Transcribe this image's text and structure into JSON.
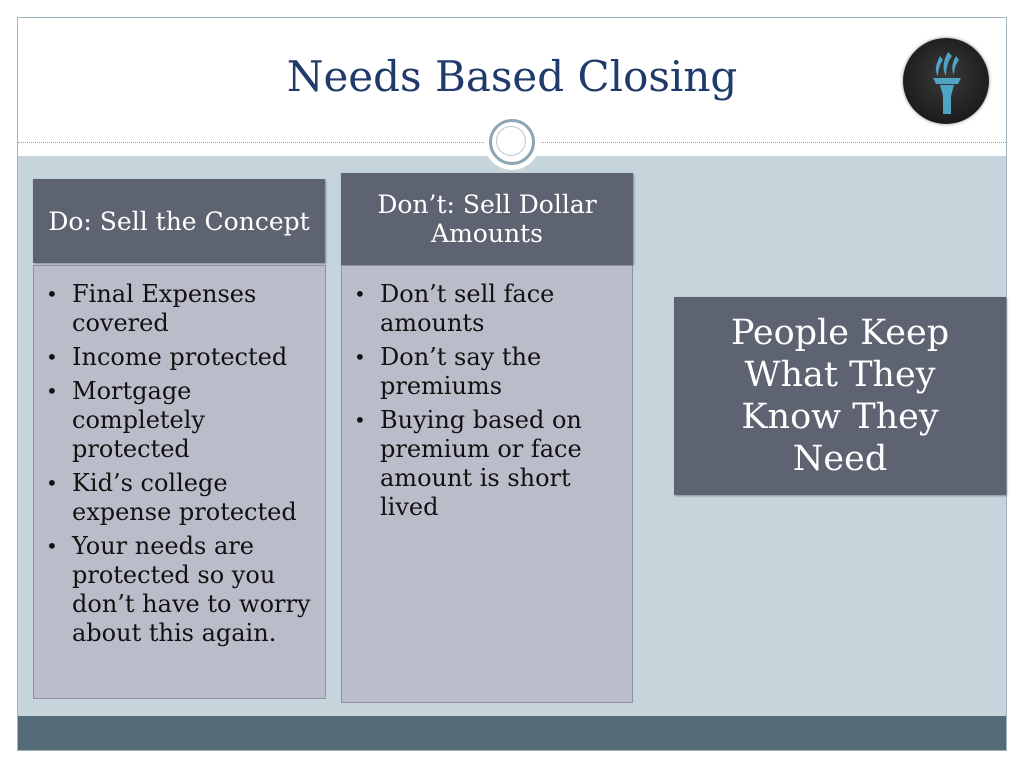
{
  "slide": {
    "title": "Needs Based Closing",
    "logo_icon": "torch-icon"
  },
  "columns": [
    {
      "header": "Do: Sell the Concept",
      "items": [
        "Final Expenses covered",
        "Income protected",
        "Mortgage completely protected",
        "Kid’s college expense protected",
        "Your needs are protected so you don’t have to worry about this again."
      ]
    },
    {
      "header": "Don’t: Sell Dollar Amounts",
      "items": [
        "Don’t sell face amounts",
        "Don’t say the premiums",
        "Buying based on premium or face amount is short lived"
      ]
    }
  ],
  "callout": {
    "text": "People Keep What They Know They Need"
  },
  "colors": {
    "title": "#1f3a6b",
    "box_dark": "#5e6372",
    "box_light": "#bbbcc9",
    "background": "#c6d4dc",
    "footer": "#566b78"
  }
}
